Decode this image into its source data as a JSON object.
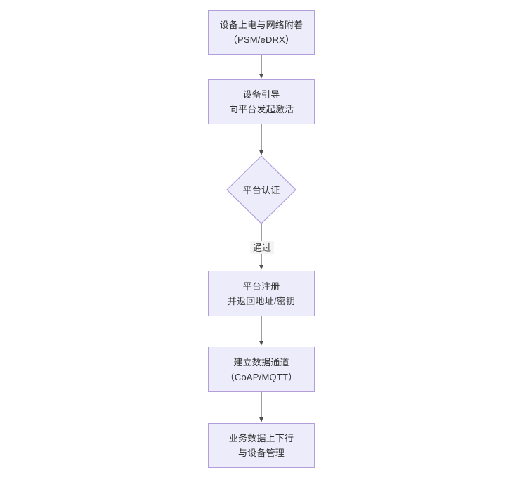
{
  "diagram": {
    "type": "flowchart",
    "orientation": "top-to-bottom",
    "background_color": "#ffffff",
    "node_fill_color": "#ececfa",
    "node_border_color": "#b39ddb",
    "text_color": "#333333",
    "edge_color": "#4d4d4d",
    "nodes": [
      {
        "id": "n1",
        "shape": "rectangle",
        "lines": [
          "设备上电与网络附着",
          "（PSM/eDRX）"
        ]
      },
      {
        "id": "n2",
        "shape": "rectangle",
        "lines": [
          "设备引导",
          "向平台发起激活"
        ]
      },
      {
        "id": "n3",
        "shape": "diamond",
        "lines": [
          "平台认证"
        ]
      },
      {
        "id": "n4",
        "shape": "rectangle",
        "lines": [
          "平台注册",
          "并返回地址/密钥"
        ]
      },
      {
        "id": "n5",
        "shape": "rectangle",
        "lines": [
          "建立数据通道",
          "（CoAP/MQTT）"
        ]
      },
      {
        "id": "n6",
        "shape": "rectangle",
        "lines": [
          "业务数据上下行",
          "与设备管理"
        ]
      }
    ],
    "edges": [
      {
        "from": "n1",
        "to": "n2",
        "label": ""
      },
      {
        "from": "n2",
        "to": "n3",
        "label": ""
      },
      {
        "from": "n3",
        "to": "n4",
        "label": "通过"
      },
      {
        "from": "n4",
        "to": "n5",
        "label": ""
      },
      {
        "from": "n5",
        "to": "n6",
        "label": ""
      }
    ]
  }
}
